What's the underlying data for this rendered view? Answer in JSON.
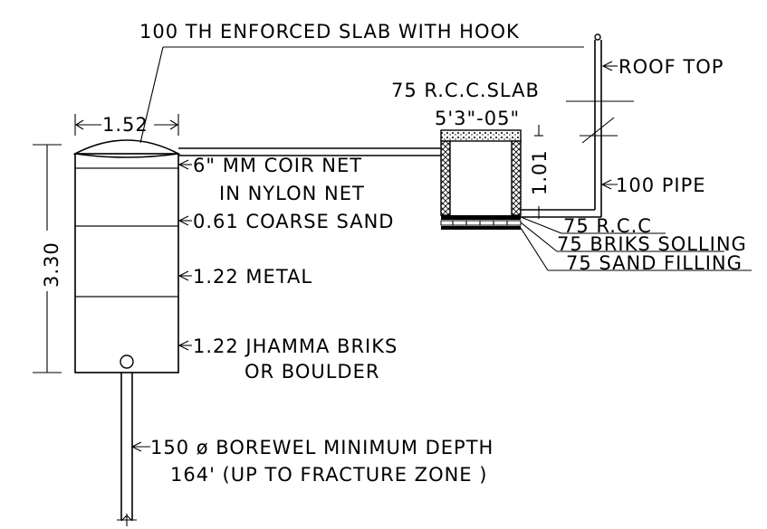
{
  "labels": {
    "slab_hook": "100 TH ENFORCED SLAB WITH HOOK",
    "roof_top": "ROOF TOP",
    "rcc_slab": "75 R.C.C.SLAB",
    "chamber_width": "5'3\"-05\"",
    "chamber_height": "1.01",
    "pipe": "100 PIPE",
    "rcc": "75 R.C.C",
    "brick_soling": "75 BRIKS SOLLING",
    "sand_filling": "75 SAND FILLING",
    "well_width": "1.52",
    "well_depth": "3.30",
    "coir_net_1": "6\" MM COIR NET",
    "coir_net_2": "IN NYLON NET",
    "coarse_sand": "0.61 COARSE SAND",
    "metal": "1.22 METAL",
    "jhamma_1": "1.22 JHAMMA BRIKS",
    "jhamma_2": "OR BOULDER",
    "borewell_1": "150  ø  BOREWEL MINIMUM DEPTH",
    "borewell_2": "164' (UP TO FRACTURE ZONE )"
  }
}
